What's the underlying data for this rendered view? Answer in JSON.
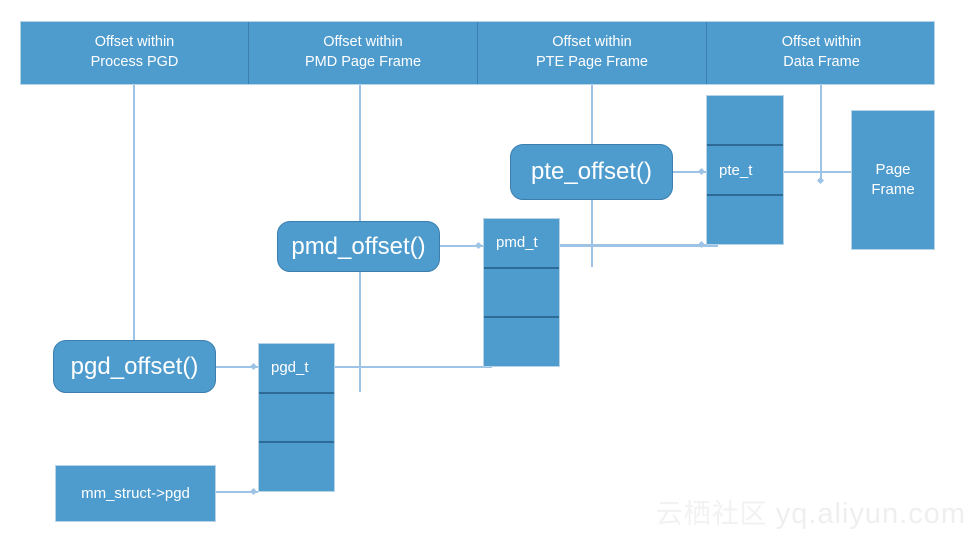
{
  "header": {
    "segments": [
      {
        "line1": "Offset within",
        "line2": "Process PGD"
      },
      {
        "line1": "Offset within",
        "line2": "PMD Page Frame"
      },
      {
        "line1": "Offset within",
        "line2": "PTE Page Frame"
      },
      {
        "line1": "Offset within",
        "line2": "Data Frame"
      }
    ]
  },
  "functions": {
    "pgd_offset": "pgd_offset()",
    "pmd_offset": "pmd_offset()",
    "pte_offset": "pte_offset()"
  },
  "boxes": {
    "mm_struct": "mm_struct->pgd"
  },
  "tables": {
    "pgd": {
      "label": "pgd_t",
      "label_cell": 0,
      "cells": 3
    },
    "pmd": {
      "label": "pmd_t",
      "label_cell": 0,
      "cells": 3
    },
    "pte": {
      "label": "pte_t",
      "label_cell": 1,
      "cells": 3
    }
  },
  "page_frame": {
    "line1": "Page",
    "line2": "Frame"
  },
  "watermark": {
    "cn": "云栖社区",
    "url": "yq.aliyun.com"
  },
  "colors": {
    "box_fill": "#4E9BCD",
    "box_border": "#B7D3E8",
    "cell_divider": "#2E6A96",
    "connector": "#9DC3E6",
    "text": "#FFFFFF",
    "background": "#FFFFFF",
    "watermark": "#EFEFEF"
  }
}
